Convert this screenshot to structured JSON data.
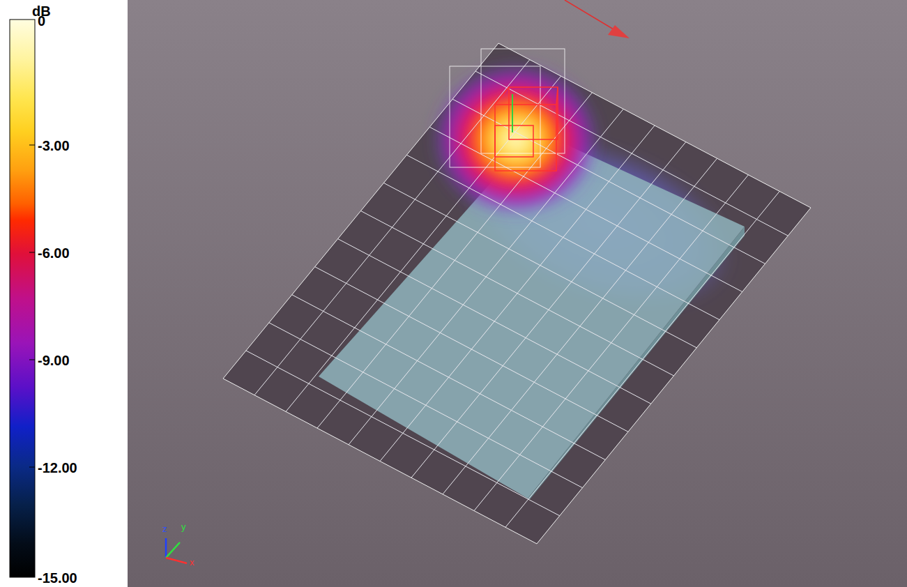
{
  "diagram": {
    "labels": [
      "dB",
      "0",
      "-3.00",
      "-6.00",
      "-9.00",
      "-12.00",
      "-15.00",
      "z",
      "y",
      "x"
    ]
  }
}
